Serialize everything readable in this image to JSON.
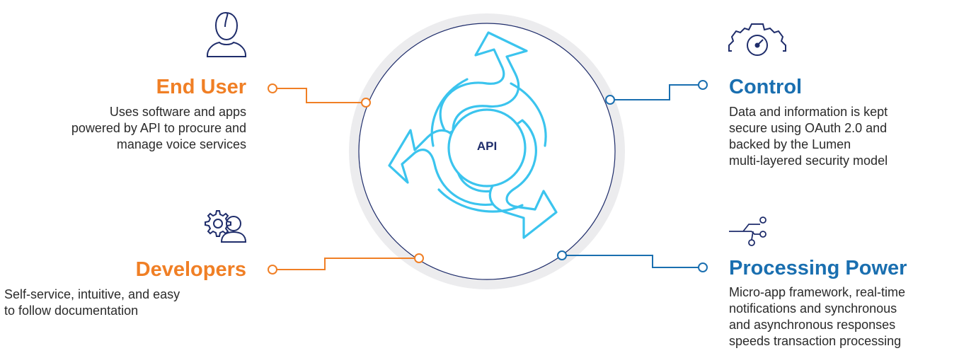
{
  "colors": {
    "orange": "#f07f25",
    "blue": "#1a6fb0",
    "navy": "#1f2d6b",
    "cyan": "#3bc4ee",
    "circle_bg": "#ececee"
  },
  "center": {
    "label": "API"
  },
  "end_user": {
    "icon": "user-icon",
    "title": "End User",
    "lines": [
      "Uses software and apps",
      "powered by API to procure and",
      "manage voice services"
    ]
  },
  "developers": {
    "icon": "gear-user-icon",
    "title": "Developers",
    "lines": [
      "Self-service, intuitive, and easy",
      "to follow documentation"
    ]
  },
  "control": {
    "icon": "gauge-gear-icon",
    "title": "Control",
    "lines": [
      "Data and information is kept",
      "secure using OAuth 2.0 and",
      "backed by the Lumen",
      "multi-layered security model"
    ]
  },
  "processing_power": {
    "icon": "circuit-nodes-icon",
    "title": "Processing Power",
    "lines": [
      "Micro-app framework, real-time",
      "notifications and synchronous",
      "and asynchronous responses",
      "speeds transaction processing"
    ]
  }
}
